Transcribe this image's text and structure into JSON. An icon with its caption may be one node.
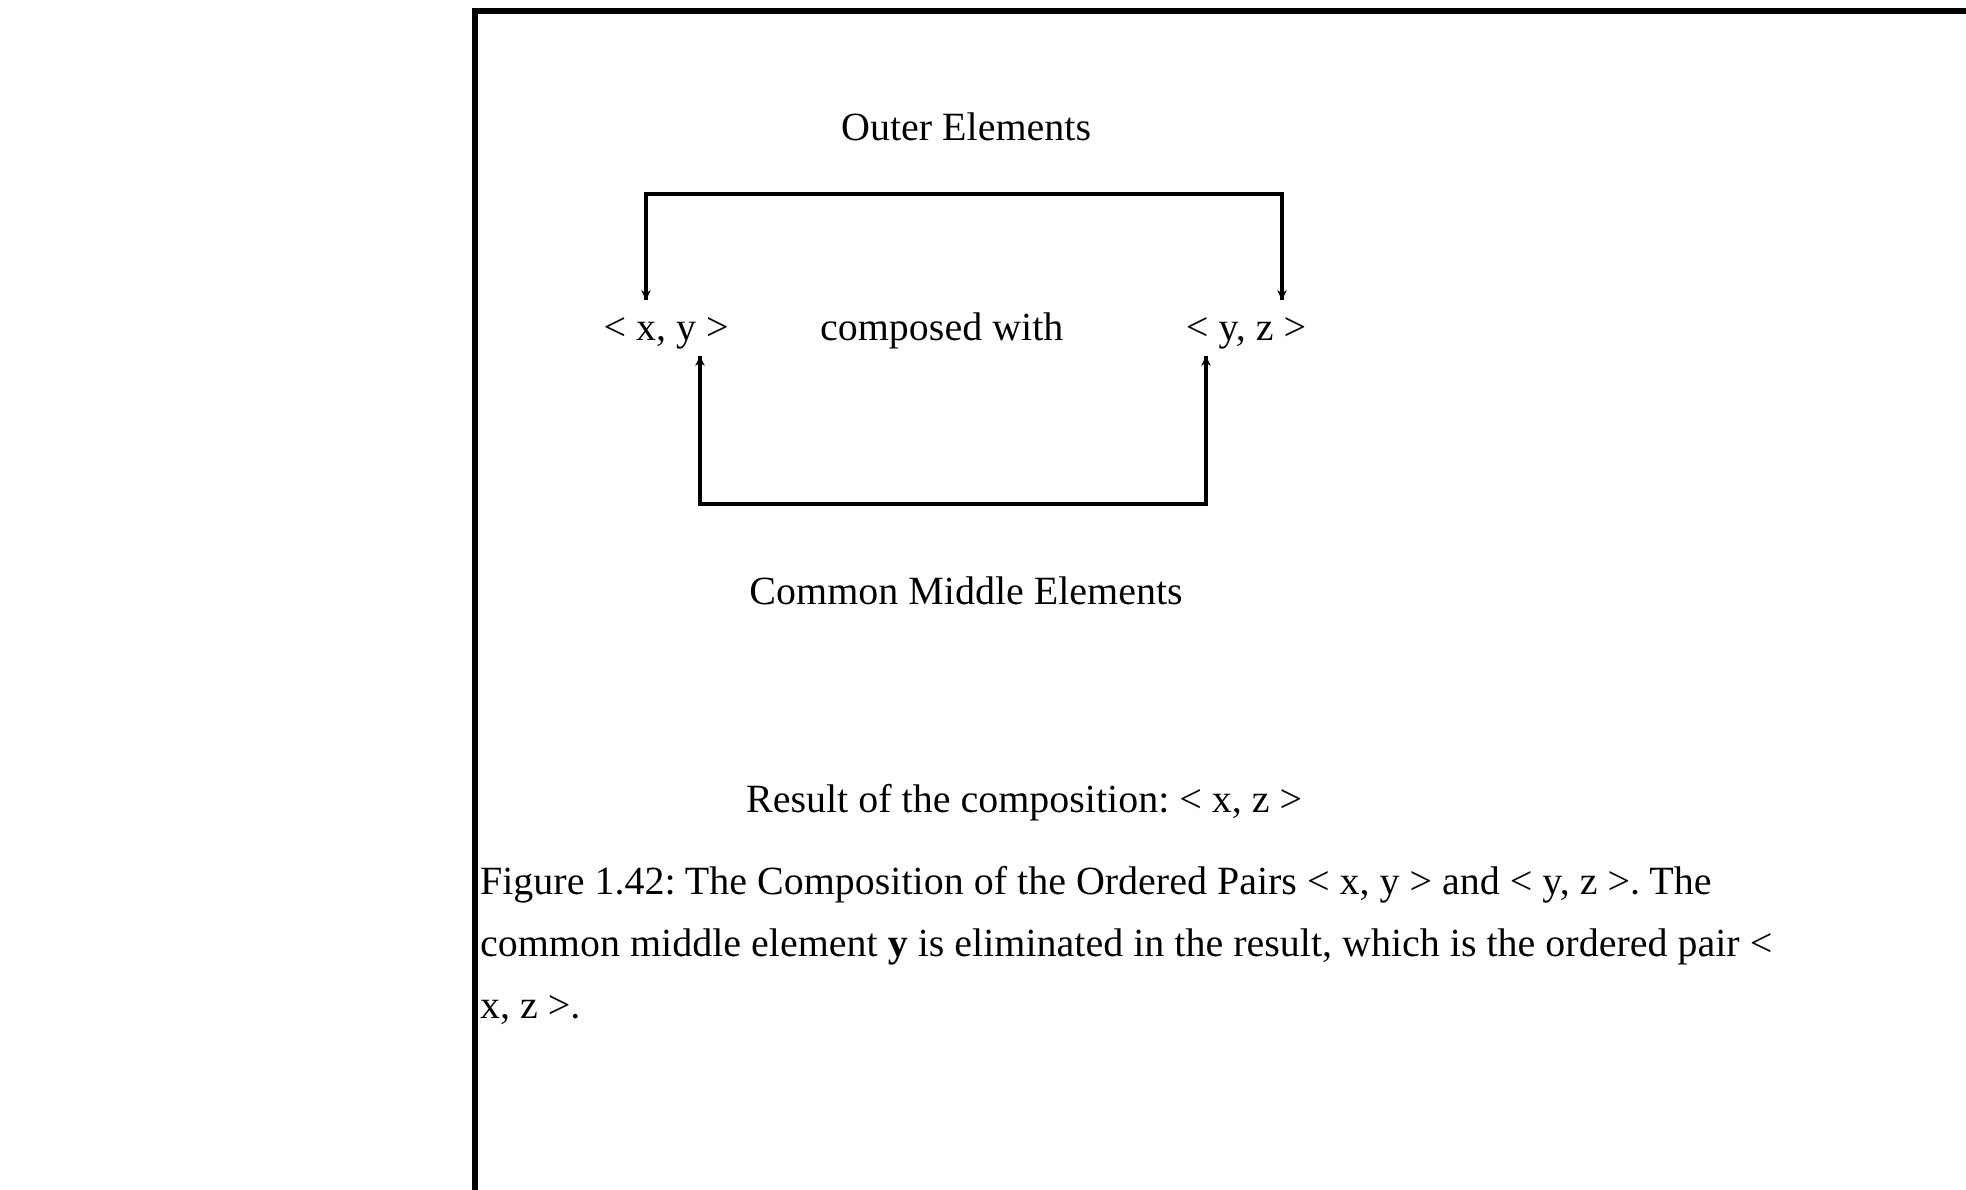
{
  "diagram": {
    "caption": "Figure 1.42: The Composition of the Ordered Pairs < x, y > and < y, z >. The common middle element **y** is eliminated in the result, which is the ordered pair < x, z >.",
    "nodes": [
      {
        "text": [
          "Outer Elements"
        ]
      },
      {
        "text": [
          "< x, y >"
        ]
      },
      {
        "text": [
          "< y, z >"
        ]
      },
      {
        "text": [
          "Common Middle Elements"
        ]
      }
    ],
    "edges": [
      {
        "from": 0,
        "to": 1,
        "arrow": "to"
      },
      {
        "from": 0,
        "to": 2,
        "arrow": "to"
      },
      {
        "from": 3,
        "to": 1,
        "arrow": "to"
      },
      {
        "from": 3,
        "to": 2,
        "arrow": "to"
      }
    ],
    "labels": [
      "composed with",
      "Result of the composition: < x, z >"
    ]
  }
}
